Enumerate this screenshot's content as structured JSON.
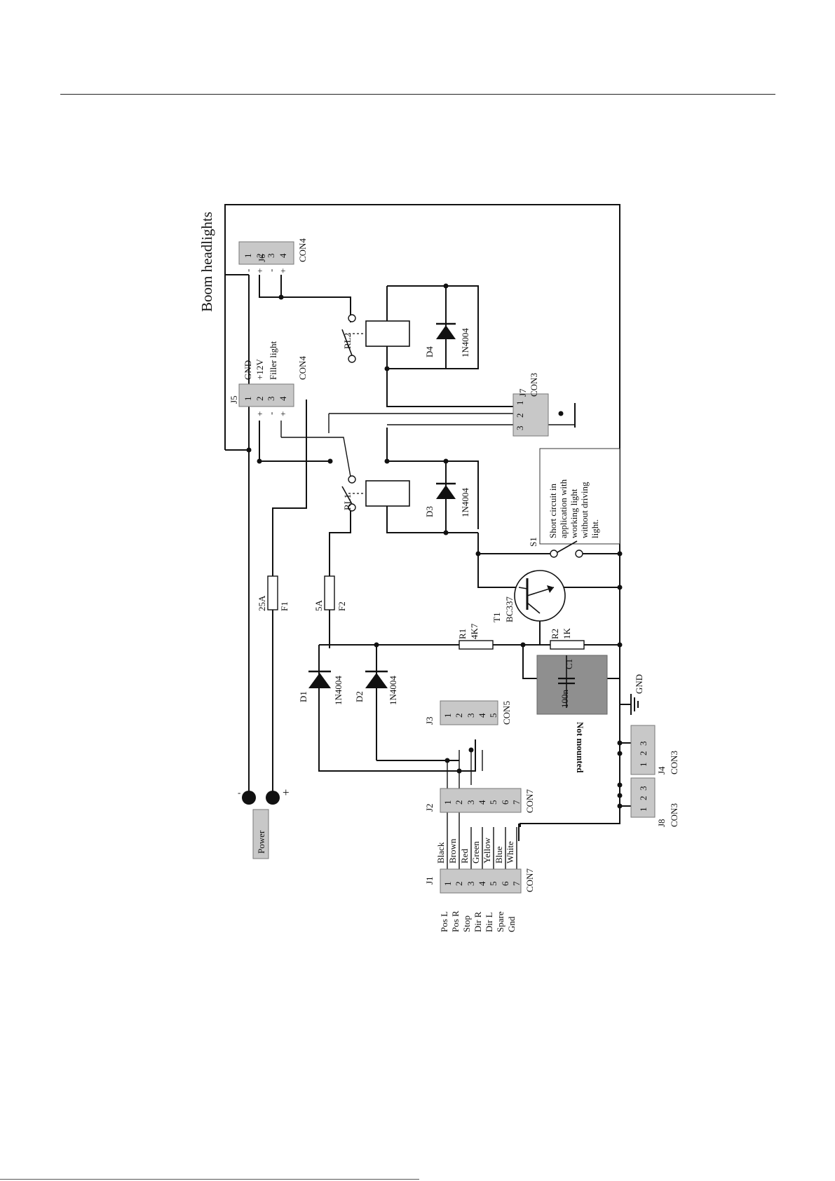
{
  "title": "Boom headlights",
  "power": {
    "label": "Power",
    "minus": "-",
    "plus": "+"
  },
  "j6": {
    "ref": "J6",
    "type": "CON4",
    "pins": [
      "1",
      "2",
      "3",
      "4"
    ],
    "signs": [
      "-",
      "+",
      "-",
      "+"
    ]
  },
  "j5": {
    "ref": "J5",
    "type": "CON4",
    "pins": [
      "1",
      "2",
      "3",
      "4"
    ],
    "signs": [
      "-",
      "+",
      "-",
      "+"
    ],
    "labels": [
      "GND",
      "+12V",
      "Filler light"
    ]
  },
  "j7": {
    "ref": "J7",
    "type": "CON3",
    "pins": [
      "1",
      "2",
      "3"
    ]
  },
  "relays": [
    {
      "ref": "RL1"
    },
    {
      "ref": "RL2"
    }
  ],
  "diodes": [
    {
      "ref": "D1",
      "part": "1N4004"
    },
    {
      "ref": "D2",
      "part": "1N4004"
    },
    {
      "ref": "D3",
      "part": "1N4004"
    },
    {
      "ref": "D4",
      "part": "1N4004"
    }
  ],
  "fuses": [
    {
      "ref": "F1",
      "value": "25A"
    },
    {
      "ref": "F2",
      "value": "5A"
    }
  ],
  "switch": {
    "ref": "S1",
    "note": [
      "Short circuit in",
      "application with",
      "working light",
      "without driving",
      "light."
    ]
  },
  "transistor": {
    "ref": "T1",
    "part": "BC337"
  },
  "resistors": [
    {
      "ref": "R1",
      "value": "4K7"
    },
    {
      "ref": "R2",
      "value": "1K"
    }
  ],
  "capacitor": {
    "ref": "C1",
    "value": "100n",
    "note": "Not mounted"
  },
  "gnd": "GND",
  "j3": {
    "ref": "J3",
    "type": "CON5",
    "pins": [
      "1",
      "2",
      "3",
      "4",
      "5"
    ]
  },
  "j4": {
    "ref": "J4",
    "type": "CON3",
    "pins": [
      "3",
      "2",
      "1"
    ]
  },
  "j8": {
    "ref": "J8",
    "type": "CON3",
    "pins": [
      "3",
      "2",
      "1"
    ]
  },
  "j2": {
    "ref": "J2",
    "type": "CON7",
    "pins": [
      "1",
      "2",
      "3",
      "4",
      "5",
      "6",
      "7"
    ]
  },
  "j1": {
    "ref": "J1",
    "type": "CON7",
    "pins": [
      "1",
      "2",
      "3",
      "4",
      "5",
      "6",
      "7"
    ],
    "wires": [
      "Black",
      "Brown",
      "Red",
      "Green",
      "Yellow",
      "Blue",
      "White"
    ],
    "signals": [
      "Pos L",
      "Pos R",
      "Stop",
      "Dir R",
      "Dir L",
      "Spare",
      "Gnd"
    ]
  }
}
